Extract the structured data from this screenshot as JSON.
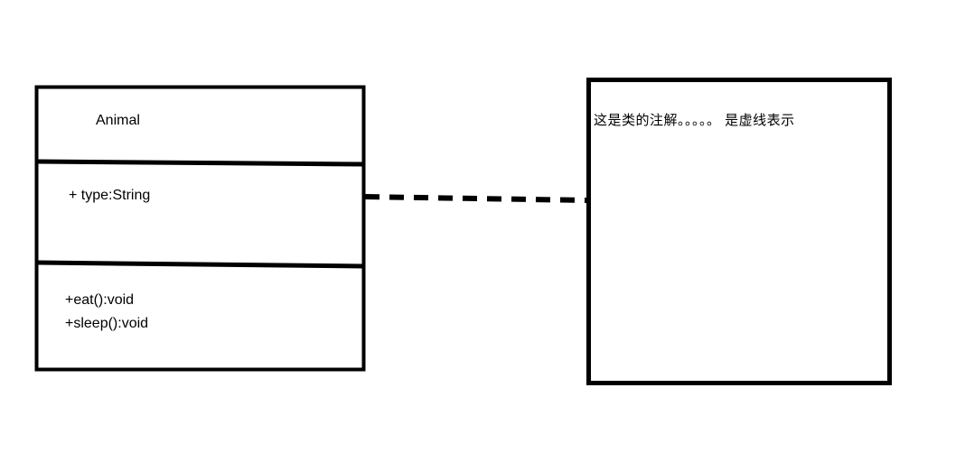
{
  "diagram": {
    "kind": "uml-class-diagram",
    "background_color": "#ffffff",
    "stroke_color": "#000000",
    "class_box": {
      "name": "Animal",
      "attributes": [
        "+ type:String"
      ],
      "operations": [
        "+eat():void",
        "+sleep():void"
      ]
    },
    "note_box": {
      "text": "这是类的注解。。。。。 是虚线表示"
    },
    "connector": {
      "style": "dashed",
      "label": ""
    }
  }
}
